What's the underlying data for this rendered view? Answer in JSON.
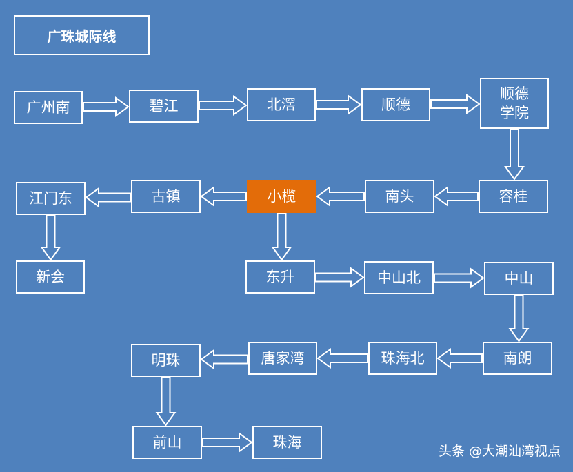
{
  "title": "广珠城际线",
  "watermark": "头条 @大潮汕湾视点",
  "colors": {
    "background": "#4f81bd",
    "line": "#ffffff",
    "highlight": "#e36c09"
  },
  "stations": [
    {
      "id": "guangzhounan",
      "label": "广州南"
    },
    {
      "id": "bijiang",
      "label": "碧江"
    },
    {
      "id": "beijiao",
      "label": "北滘"
    },
    {
      "id": "shunde",
      "label": "顺德"
    },
    {
      "id": "shunde-xueyuan",
      "label": "顺德\n学院"
    },
    {
      "id": "ronggui",
      "label": "容桂"
    },
    {
      "id": "nantou",
      "label": "南头"
    },
    {
      "id": "xiaolan",
      "label": "小榄",
      "highlighted": true
    },
    {
      "id": "guzhen",
      "label": "古镇"
    },
    {
      "id": "jiangmendong",
      "label": "江门东"
    },
    {
      "id": "xinhui",
      "label": "新会"
    },
    {
      "id": "dongsheng",
      "label": "东升"
    },
    {
      "id": "zhongshanbei",
      "label": "中山北"
    },
    {
      "id": "zhongshan",
      "label": "中山"
    },
    {
      "id": "nanlang",
      "label": "南朗"
    },
    {
      "id": "zhuhaibei",
      "label": "珠海北"
    },
    {
      "id": "tangjiawan",
      "label": "唐家湾"
    },
    {
      "id": "mingzhu",
      "label": "明珠"
    },
    {
      "id": "qianshan",
      "label": "前山"
    },
    {
      "id": "zhuhai",
      "label": "珠海"
    }
  ],
  "connections": [
    {
      "from": "guangzhounan",
      "to": "bijiang"
    },
    {
      "from": "bijiang",
      "to": "beijiao"
    },
    {
      "from": "beijiao",
      "to": "shunde"
    },
    {
      "from": "shunde",
      "to": "shunde-xueyuan"
    },
    {
      "from": "shunde-xueyuan",
      "to": "ronggui"
    },
    {
      "from": "ronggui",
      "to": "nantou"
    },
    {
      "from": "nantou",
      "to": "xiaolan"
    },
    {
      "from": "xiaolan",
      "to": "guzhen"
    },
    {
      "from": "guzhen",
      "to": "jiangmendong"
    },
    {
      "from": "jiangmendong",
      "to": "xinhui"
    },
    {
      "from": "xiaolan",
      "to": "dongsheng"
    },
    {
      "from": "dongsheng",
      "to": "zhongshanbei"
    },
    {
      "from": "zhongshanbei",
      "to": "zhongshan"
    },
    {
      "from": "zhongshan",
      "to": "nanlang"
    },
    {
      "from": "nanlang",
      "to": "zhuhaibei"
    },
    {
      "from": "zhuhaibei",
      "to": "tangjiawan"
    },
    {
      "from": "tangjiawan",
      "to": "mingzhu"
    },
    {
      "from": "mingzhu",
      "to": "qianshan"
    },
    {
      "from": "qianshan",
      "to": "zhuhai"
    }
  ]
}
